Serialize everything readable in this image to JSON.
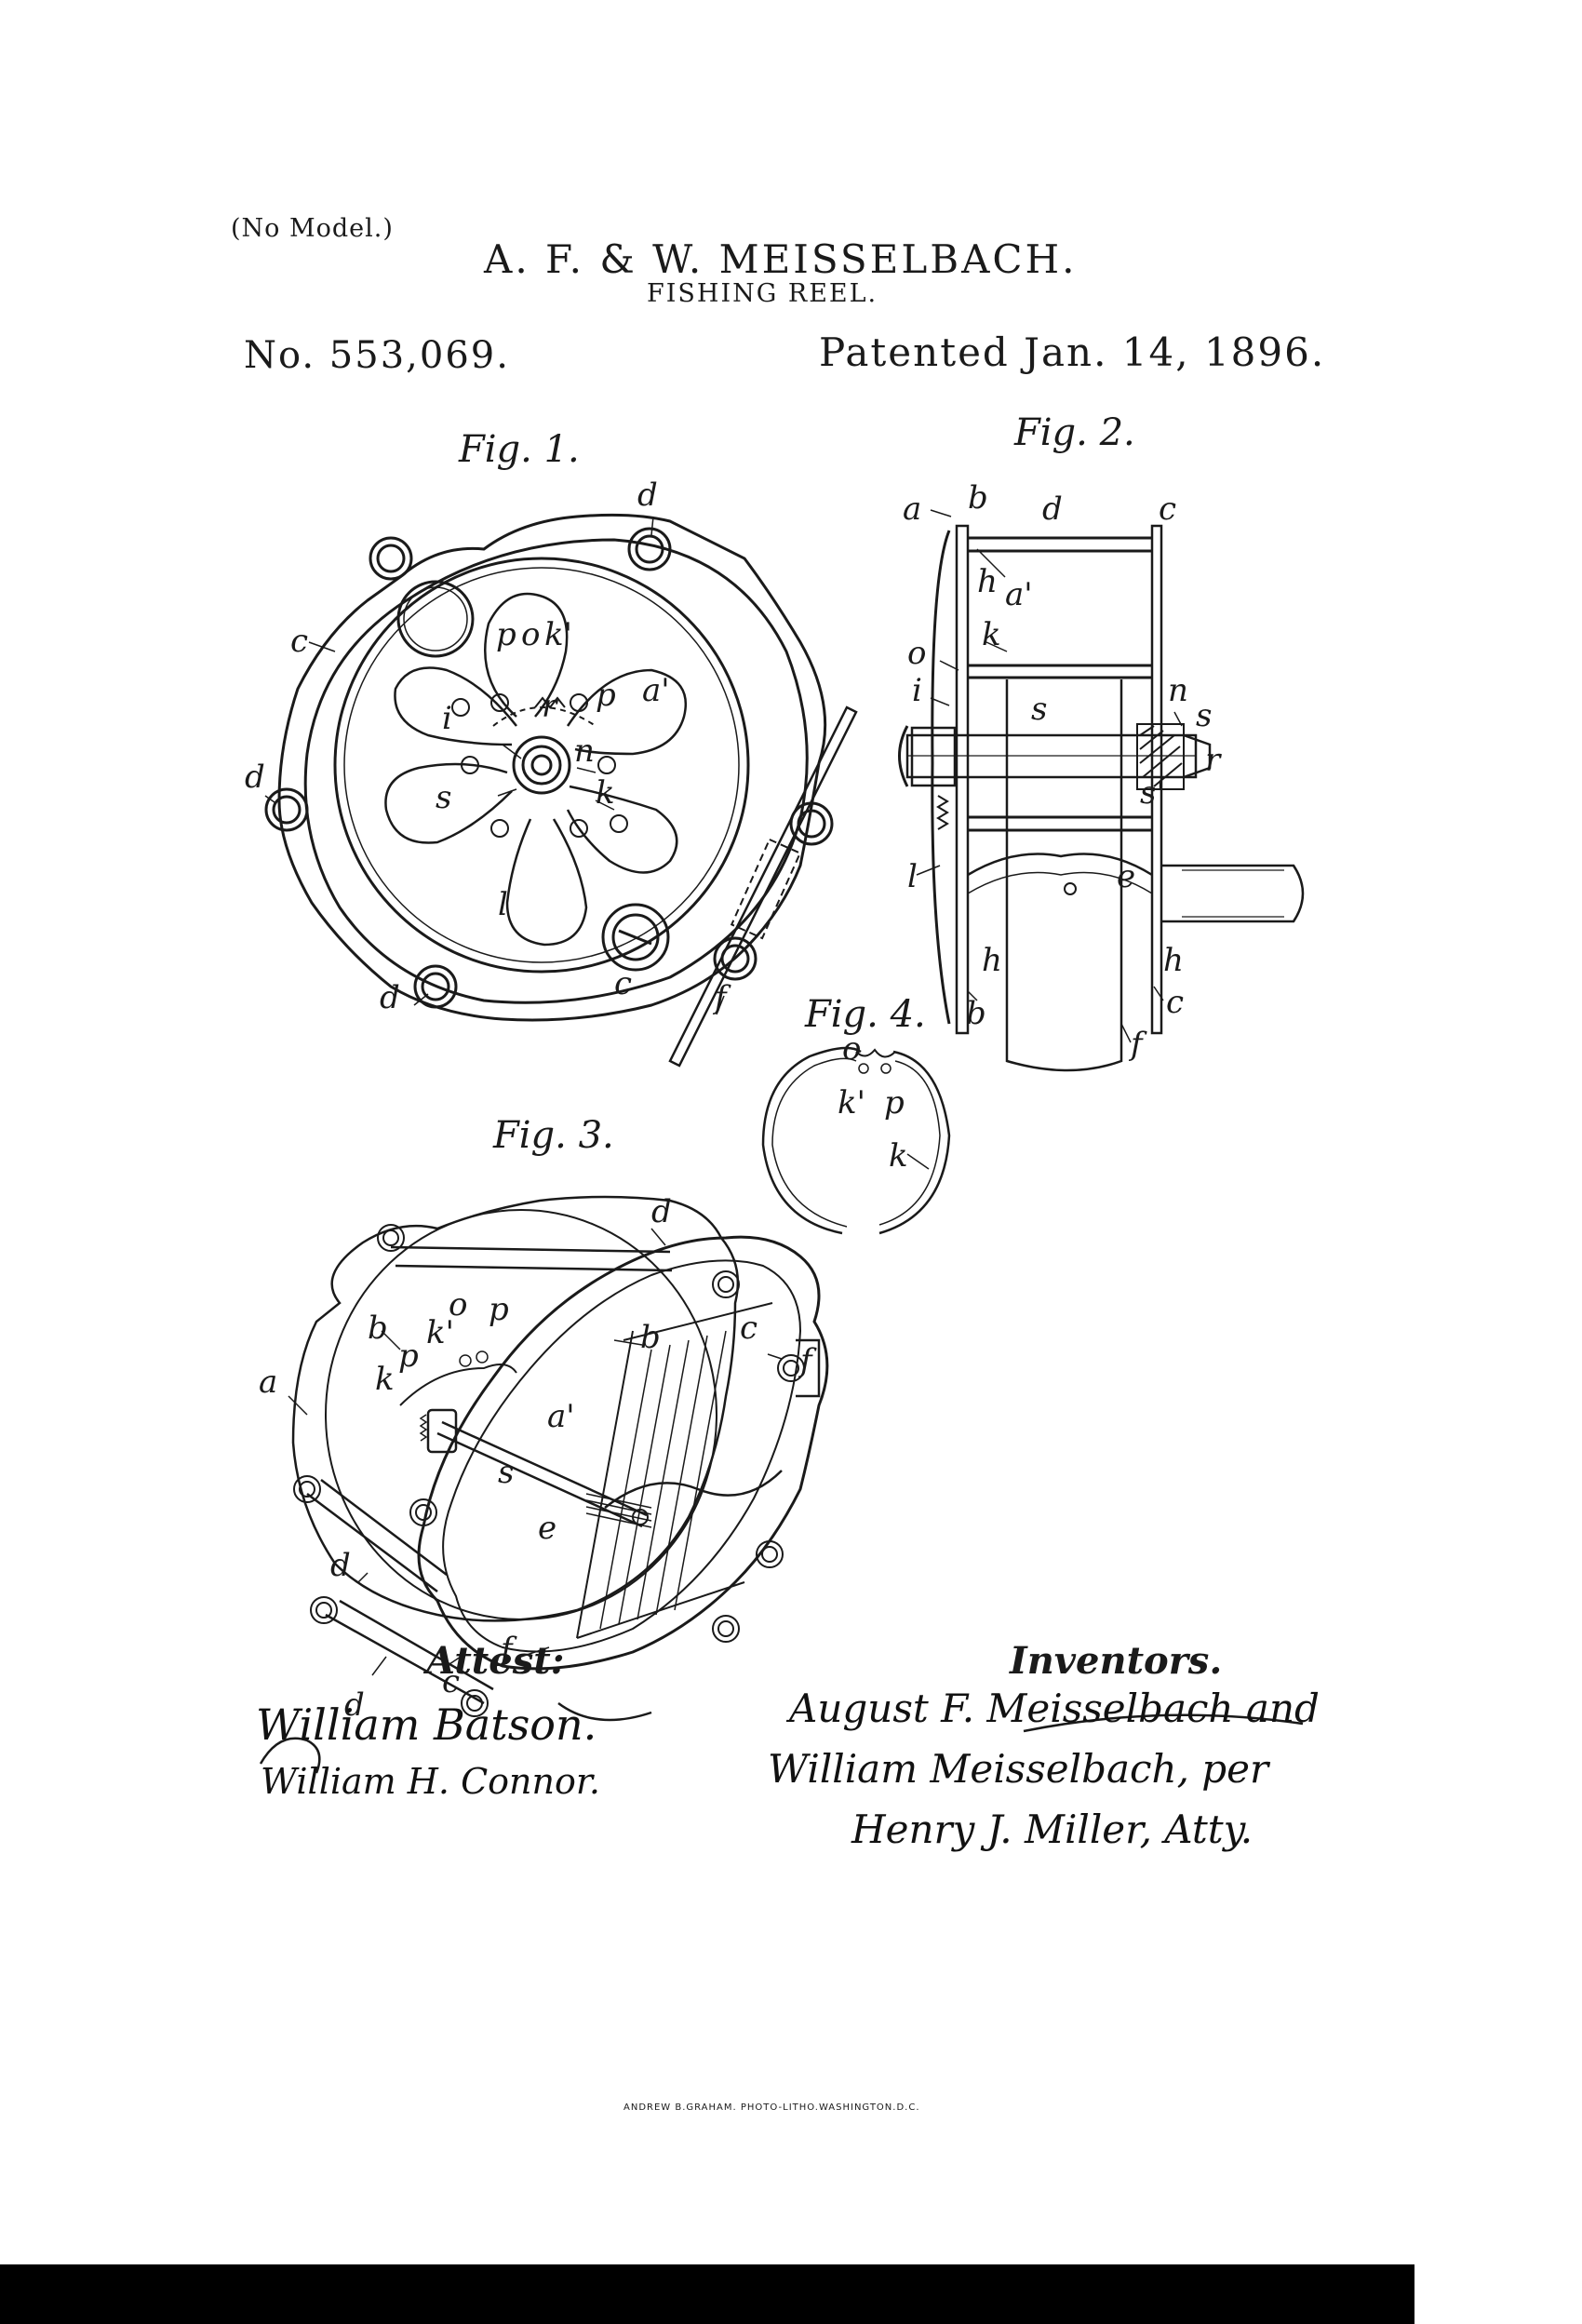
{
  "header": {
    "model_note": "(No Model.)",
    "inventors": "A. F. & W. MEISSELBACH.",
    "title": "FISHING REEL.",
    "number": "No. 553,069.",
    "date": "Patented Jan. 14, 1896."
  },
  "figures": {
    "fig1": "Fig. 1.",
    "fig2": "Fig. 2.",
    "fig3": "Fig. 3.",
    "fig4": "Fig. 4."
  },
  "refs": {
    "a": "a",
    "a_prime": "a'",
    "b": "b",
    "c": "c",
    "d": "d",
    "e": "e",
    "f": "f",
    "h": "h",
    "i": "i",
    "k": "k",
    "k_prime": "k'",
    "l": "l",
    "n": "n",
    "o": "o",
    "p": "p",
    "r": "r",
    "s": "s",
    "s_prime": "s'"
  },
  "footer": {
    "attest_label": "Attest:",
    "inventors_label": "Inventors.",
    "witness_1": "William Batson.",
    "witness_2": "William H. Connor.",
    "inventor_1": "August F. Meisselbach and",
    "inventor_2": "William Meisselbach, per",
    "attorney": "Henry J. Miller, Atty.",
    "imprint": "ANDREW B.GRAHAM. PHOTO-LITHO.WASHINGTON.D.C."
  }
}
